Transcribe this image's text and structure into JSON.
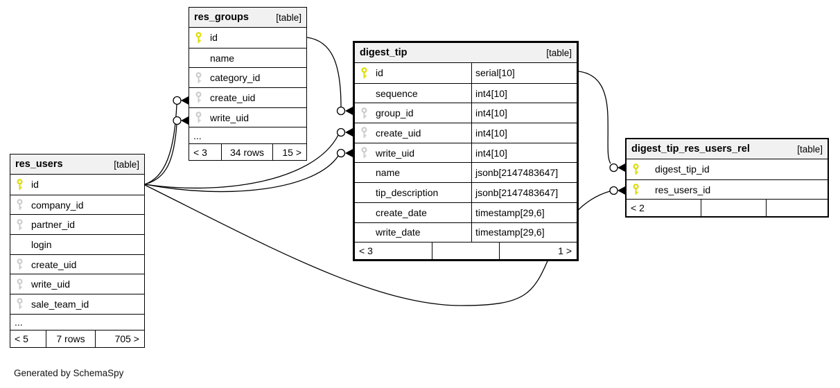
{
  "caption": "Generated by SchemaSpy",
  "key_colors": {
    "primary": "#dcdc00",
    "foreign": "#cccccc"
  },
  "tables": [
    {
      "id": "res_groups",
      "name": "res_groups",
      "badge": "[table]",
      "columns": [
        {
          "name": "id",
          "key": "primary"
        },
        {
          "name": "name"
        },
        {
          "name": "category_id",
          "key": "foreign"
        },
        {
          "name": "create_uid",
          "key": "foreign"
        },
        {
          "name": "write_uid",
          "key": "foreign"
        },
        {
          "name": "...",
          "ellipsis": true
        }
      ],
      "footer": [
        "< 3",
        "34 rows",
        "15 >"
      ]
    },
    {
      "id": "digest_tip",
      "name": "digest_tip",
      "badge": "[table]",
      "columns": [
        {
          "name": "id",
          "type": "serial[10]",
          "key": "primary"
        },
        {
          "name": "sequence",
          "type": "int4[10]"
        },
        {
          "name": "group_id",
          "type": "int4[10]",
          "key": "foreign"
        },
        {
          "name": "create_uid",
          "type": "int4[10]",
          "key": "foreign"
        },
        {
          "name": "write_uid",
          "type": "int4[10]",
          "key": "foreign"
        },
        {
          "name": "name",
          "type": "jsonb[2147483647]"
        },
        {
          "name": "tip_description",
          "type": "jsonb[2147483647]"
        },
        {
          "name": "create_date",
          "type": "timestamp[29,6]"
        },
        {
          "name": "write_date",
          "type": "timestamp[29,6]"
        }
      ],
      "footer": [
        "< 3",
        "",
        "1 >"
      ]
    },
    {
      "id": "res_users",
      "name": "res_users",
      "badge": "[table]",
      "columns": [
        {
          "name": "id",
          "key": "primary"
        },
        {
          "name": "company_id",
          "key": "foreign"
        },
        {
          "name": "partner_id",
          "key": "foreign"
        },
        {
          "name": "login"
        },
        {
          "name": "create_uid",
          "key": "foreign"
        },
        {
          "name": "write_uid",
          "key": "foreign"
        },
        {
          "name": "sale_team_id",
          "key": "foreign"
        },
        {
          "name": "...",
          "ellipsis": true
        }
      ],
      "footer": [
        "< 5",
        "7 rows",
        "705 >"
      ]
    },
    {
      "id": "digest_tip_res_users_rel",
      "name": "digest_tip_res_users_rel",
      "badge": "[table]",
      "columns": [
        {
          "name": "digest_tip_id",
          "key": "primary"
        },
        {
          "name": "res_users_id",
          "key": "primary"
        }
      ],
      "footer": [
        "< 2",
        "",
        ""
      ]
    }
  ],
  "relationships": [
    {
      "from": "res_groups.id",
      "to": "digest_tip.group_id"
    },
    {
      "from": "res_users.id",
      "to": "res_groups.create_uid"
    },
    {
      "from": "res_users.id",
      "to": "res_groups.write_uid"
    },
    {
      "from": "res_users.id",
      "to": "digest_tip.create_uid"
    },
    {
      "from": "res_users.id",
      "to": "digest_tip.write_uid"
    },
    {
      "from": "res_users.id",
      "to": "digest_tip_res_users_rel.res_users_id"
    },
    {
      "from": "digest_tip.id",
      "to": "digest_tip_res_users_rel.digest_tip_id"
    }
  ]
}
